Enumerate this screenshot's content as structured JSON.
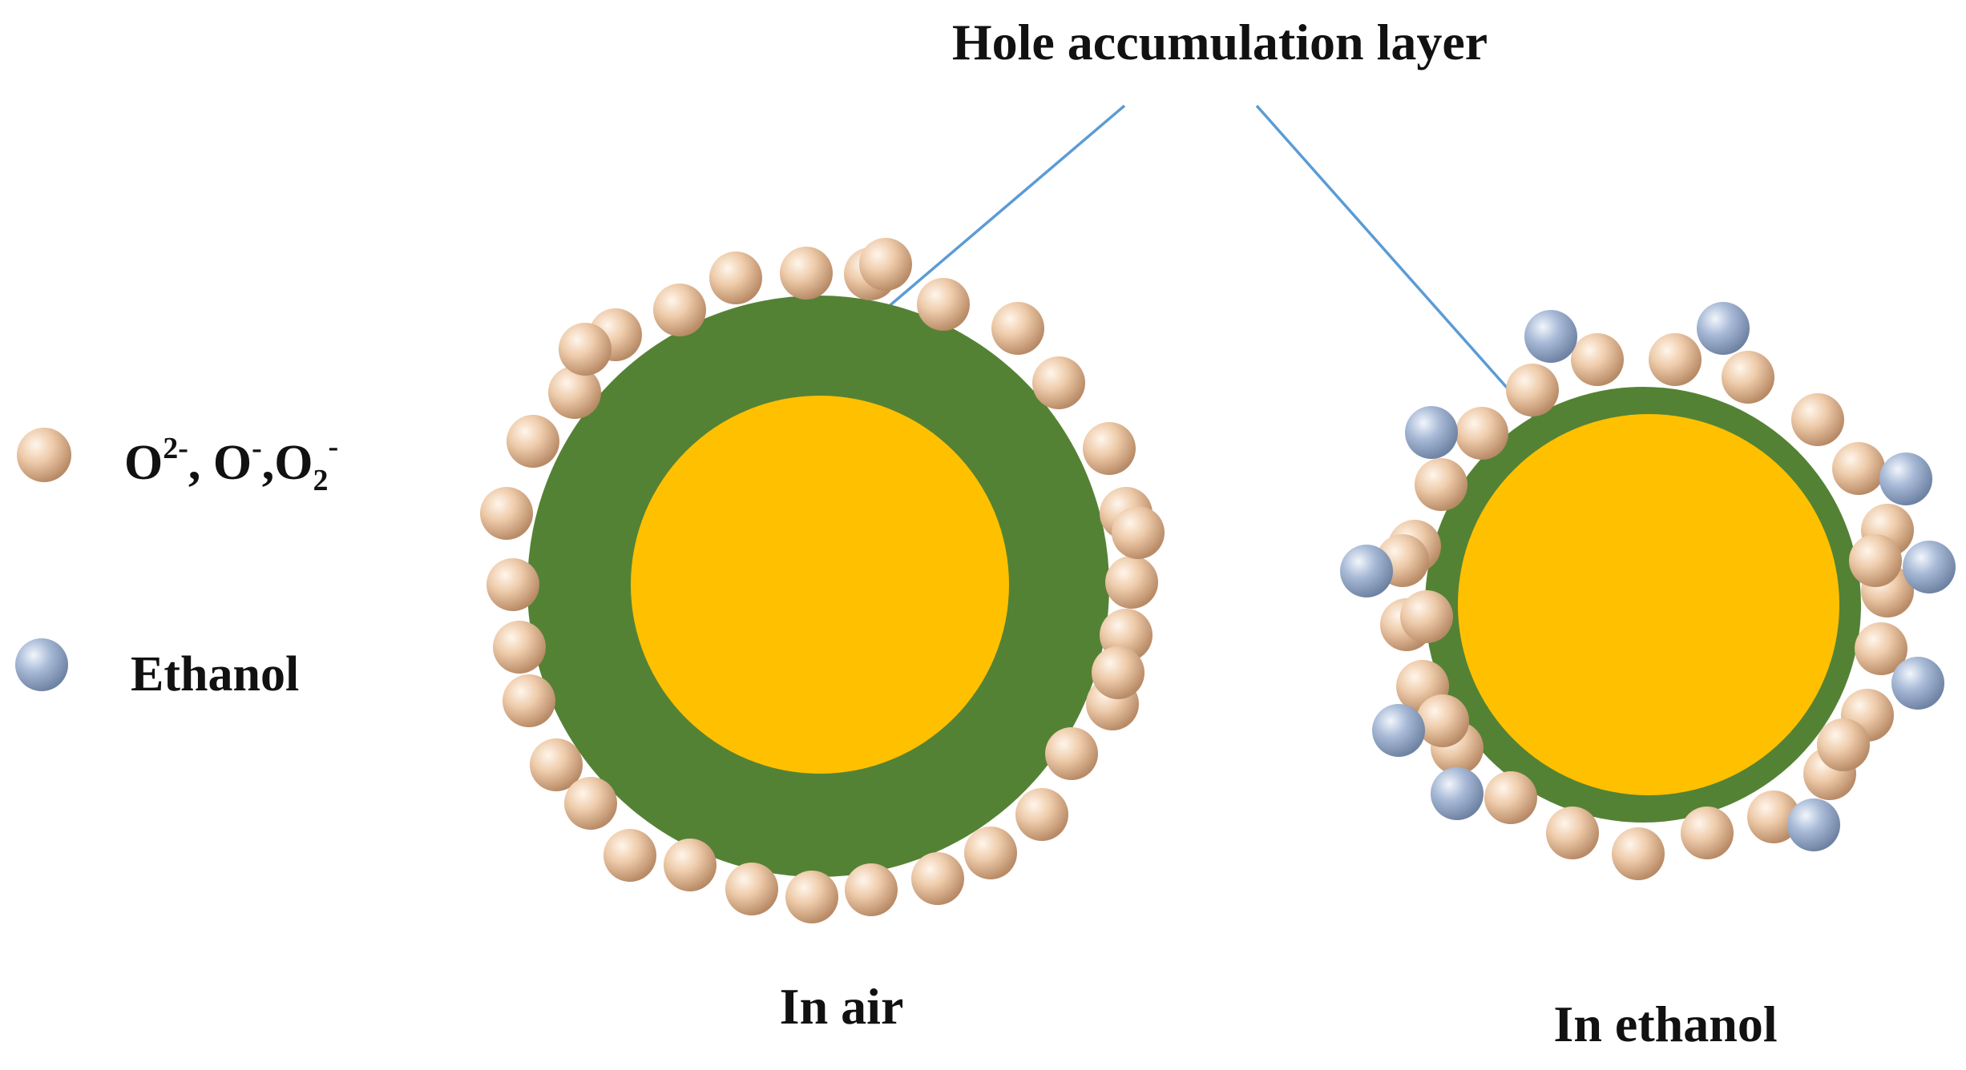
{
  "title": "Hole accumulation layer",
  "legend": {
    "oxygen_species": {
      "label_parts": [
        {
          "text": "O",
          "style": "normal"
        },
        {
          "text": "2-",
          "style": "sup"
        },
        {
          "text": ", O",
          "style": "normal"
        },
        {
          "text": "-",
          "style": "sup"
        },
        {
          "text": ",O",
          "style": "normal"
        },
        {
          "text": "2",
          "style": "sub"
        },
        {
          "text": "-",
          "style": "sup"
        }
      ],
      "icon": "tan-sphere"
    },
    "ethanol": {
      "label": "Ethanol",
      "icon": "blue-sphere"
    }
  },
  "particles": {
    "in_air": {
      "label": "In air",
      "shell_layer": "thick",
      "adsorbed_oxygen_count": 34,
      "adsorbed_ethanol_count": 0
    },
    "in_ethanol": {
      "label": "In ethanol",
      "shell_layer": "thin",
      "adsorbed_oxygen_count": 27,
      "adsorbed_ethanol_count": 10
    }
  },
  "colors": {
    "core": "#FFC000",
    "hole_layer": "#548235",
    "oxygen_sphere": "#EECBAA",
    "ethanol_sphere": "#A7B9D6",
    "pointer_line": "#5B9BD5",
    "text": "#111111"
  }
}
